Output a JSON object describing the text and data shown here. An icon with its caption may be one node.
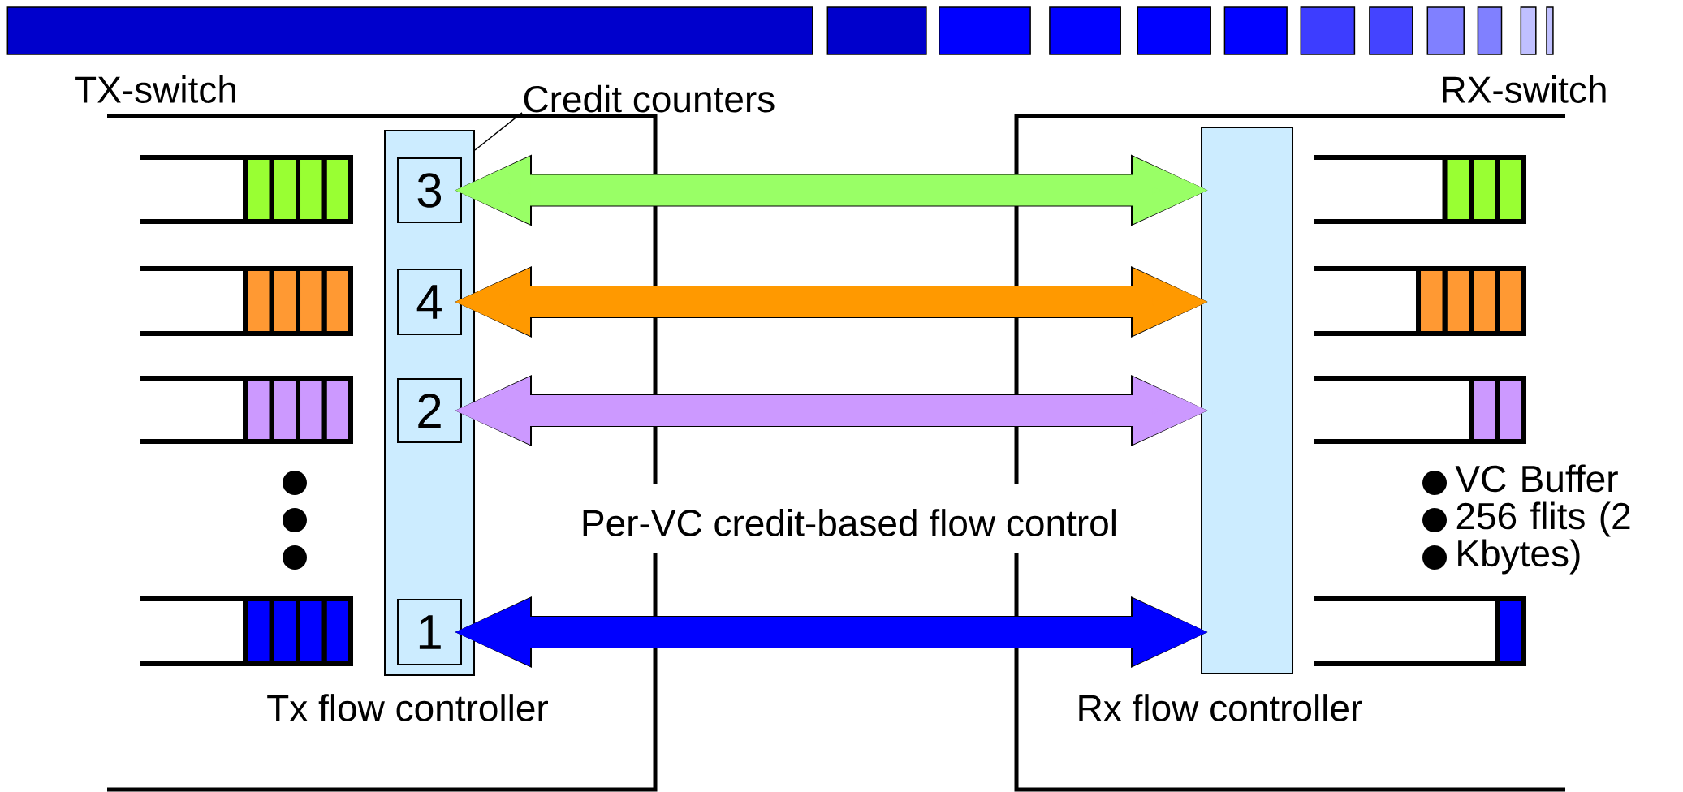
{
  "diagram": {
    "nodes": [
      {
        "text": [
          "Credit counters"
        ]
      },
      {
        "text": [
          "Tx flow controller"
        ]
      },
      {
        "text": [
          "3"
        ],
        "in": 1
      },
      {
        "text": [
          "4"
        ],
        "in": 1
      },
      {
        "text": [
          "2"
        ],
        "in": 1
      },
      {
        "text": [
          "1"
        ],
        "in": 1
      },
      {
        "text": [
          "Rx flow controller"
        ]
      }
    ],
    "edges": [
      {
        "from": 0,
        "to": 1,
        "arrow": "none"
      },
      {
        "from": 2,
        "to": 6,
        "arrow": "both",
        "color": "#99ff66"
      },
      {
        "from": 3,
        "to": 6,
        "arrow": "both",
        "color": "#ff9900"
      },
      {
        "from": 4,
        "to": 6,
        "arrow": "both",
        "color": "#cc99ff"
      },
      {
        "from": 5,
        "to": 6,
        "arrow": "both",
        "color": "#0000ff"
      }
    ],
    "labels": [
      "TX-switch",
      "RX-switch",
      "VC Buffer 256 flits (2 Kbytes)",
      "Per-VC credit-based flow control"
    ]
  }
}
